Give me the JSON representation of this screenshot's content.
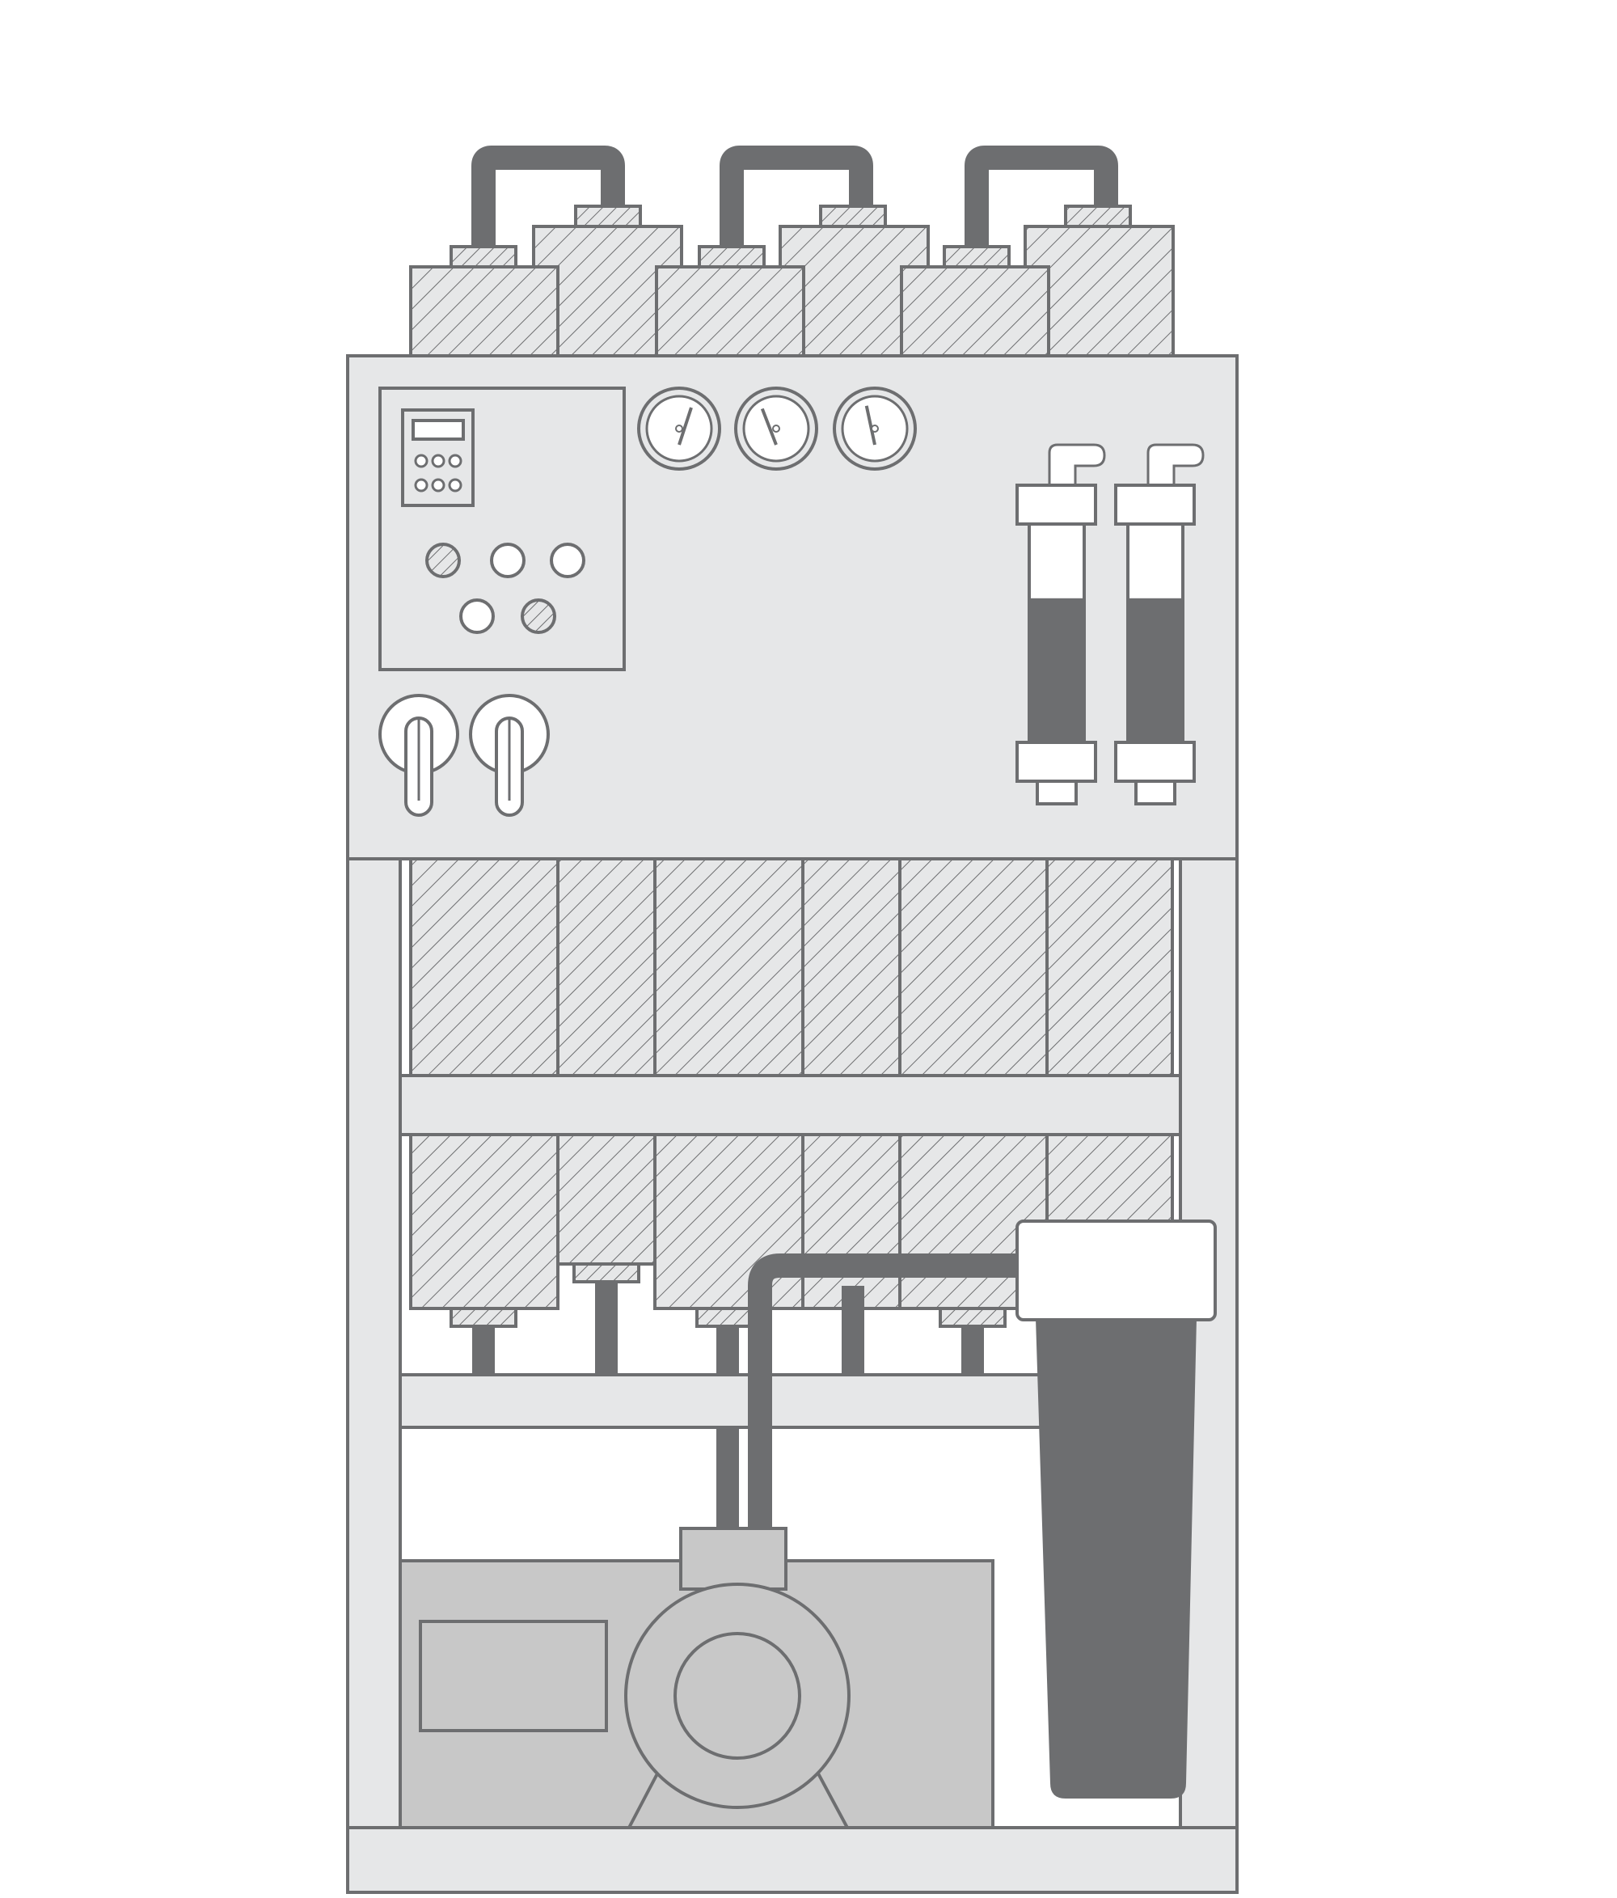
{
  "diagram": {
    "subject": "industrial-water-purification-unit-line-drawing",
    "text_labels": []
  },
  "colors": {
    "background": "#ffffff",
    "outline": "#6d6e70",
    "frame_fill": "#e6e7e8",
    "pipe": "#6d6e70",
    "hatch_fill": "#e6e7e8",
    "motor_fill": "#c8c8c8",
    "filter_housing": "#6d6e70",
    "light_fill": "#ffffff"
  },
  "icons": {
    "pressure_gauges": [
      "gauge-icon",
      "gauge-icon",
      "gauge-icon"
    ],
    "flow_meters": [
      "flowmeter-icon",
      "flowmeter-icon"
    ],
    "selector_switches": [
      "selector-switch-icon",
      "selector-switch-icon"
    ]
  },
  "flow_meters": [
    {
      "level_fraction": 0.66
    },
    {
      "level_fraction": 0.66
    }
  ],
  "gauges": [
    {
      "needle_angle_deg": 30
    },
    {
      "needle_angle_deg": -35
    },
    {
      "needle_angle_deg": -20
    }
  ]
}
